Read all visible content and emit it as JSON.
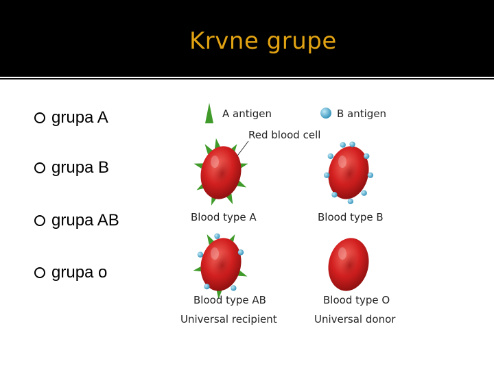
{
  "slide": {
    "title": "Krvne grupe",
    "title_color": "#e2a313",
    "bullets": [
      "grupa A",
      "grupa B",
      "grupa AB",
      "grupa o"
    ]
  },
  "figure": {
    "legend_a": "A antigen",
    "legend_b": "B antigen",
    "cell_label": "Red blood cell",
    "type_a": "Blood type A",
    "type_b": "Blood type B",
    "type_ab": "Blood type AB",
    "type_o": "Blood type O",
    "universal_recipient": "Universal recipient",
    "universal_donor": "Universal donor",
    "colors": {
      "cell": "#d21f1f",
      "a_antigen": "#3f9a2a",
      "b_antigen": "#3aa0c8"
    }
  }
}
